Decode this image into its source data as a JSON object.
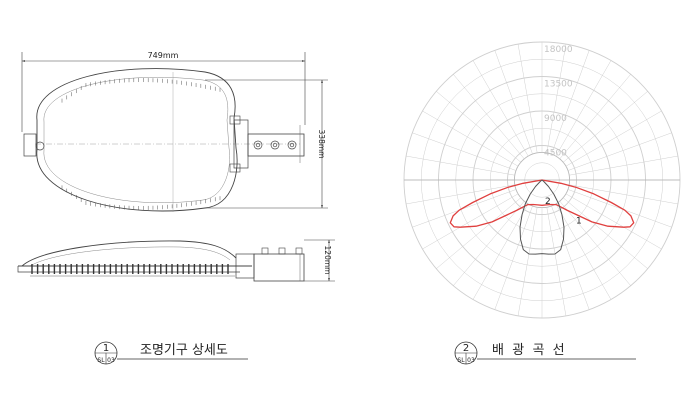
{
  "left_drawing": {
    "dim_width": "749mm",
    "dim_height_top": "338mm",
    "dim_height_side": "120mm",
    "title_number": "1",
    "title_ref_left": "SL",
    "title_ref_right": "03",
    "title": "조명기구 상세도"
  },
  "right_drawing": {
    "title_number": "2",
    "title_ref_left": "SL",
    "title_ref_right": "03",
    "title": "배  광  곡  선",
    "curve_label_1": "1",
    "curve_label_2": "2"
  },
  "chart_data": {
    "type": "polar",
    "ring_labels": [
      "4500",
      "9000",
      "13500",
      "18000"
    ],
    "ring_values": [
      4500,
      9000,
      13500,
      18000
    ],
    "rmax": 18000,
    "colors": {
      "curve_1": "#e0403f",
      "curve_2": "#555555",
      "grid": "#cfcfcf"
    },
    "series": [
      {
        "name": "1",
        "angles": [
          0,
          10,
          20,
          30,
          40,
          50,
          55,
          60,
          62,
          65,
          68,
          70,
          72,
          75,
          78,
          80
        ],
        "values": [
          3300,
          3300,
          3400,
          3700,
          5200,
          8500,
          10500,
          12300,
          13000,
          13200,
          12500,
          11500,
          9500,
          7000,
          4500,
          2500
        ],
        "mirror": true
      },
      {
        "name": "2",
        "angles": [
          0,
          5,
          10,
          15,
          20,
          25,
          30,
          35,
          40,
          45,
          50
        ],
        "values": [
          9600,
          9700,
          9800,
          9400,
          8200,
          6800,
          5200,
          3800,
          2400,
          1200,
          300
        ],
        "mirror": true
      }
    ]
  }
}
